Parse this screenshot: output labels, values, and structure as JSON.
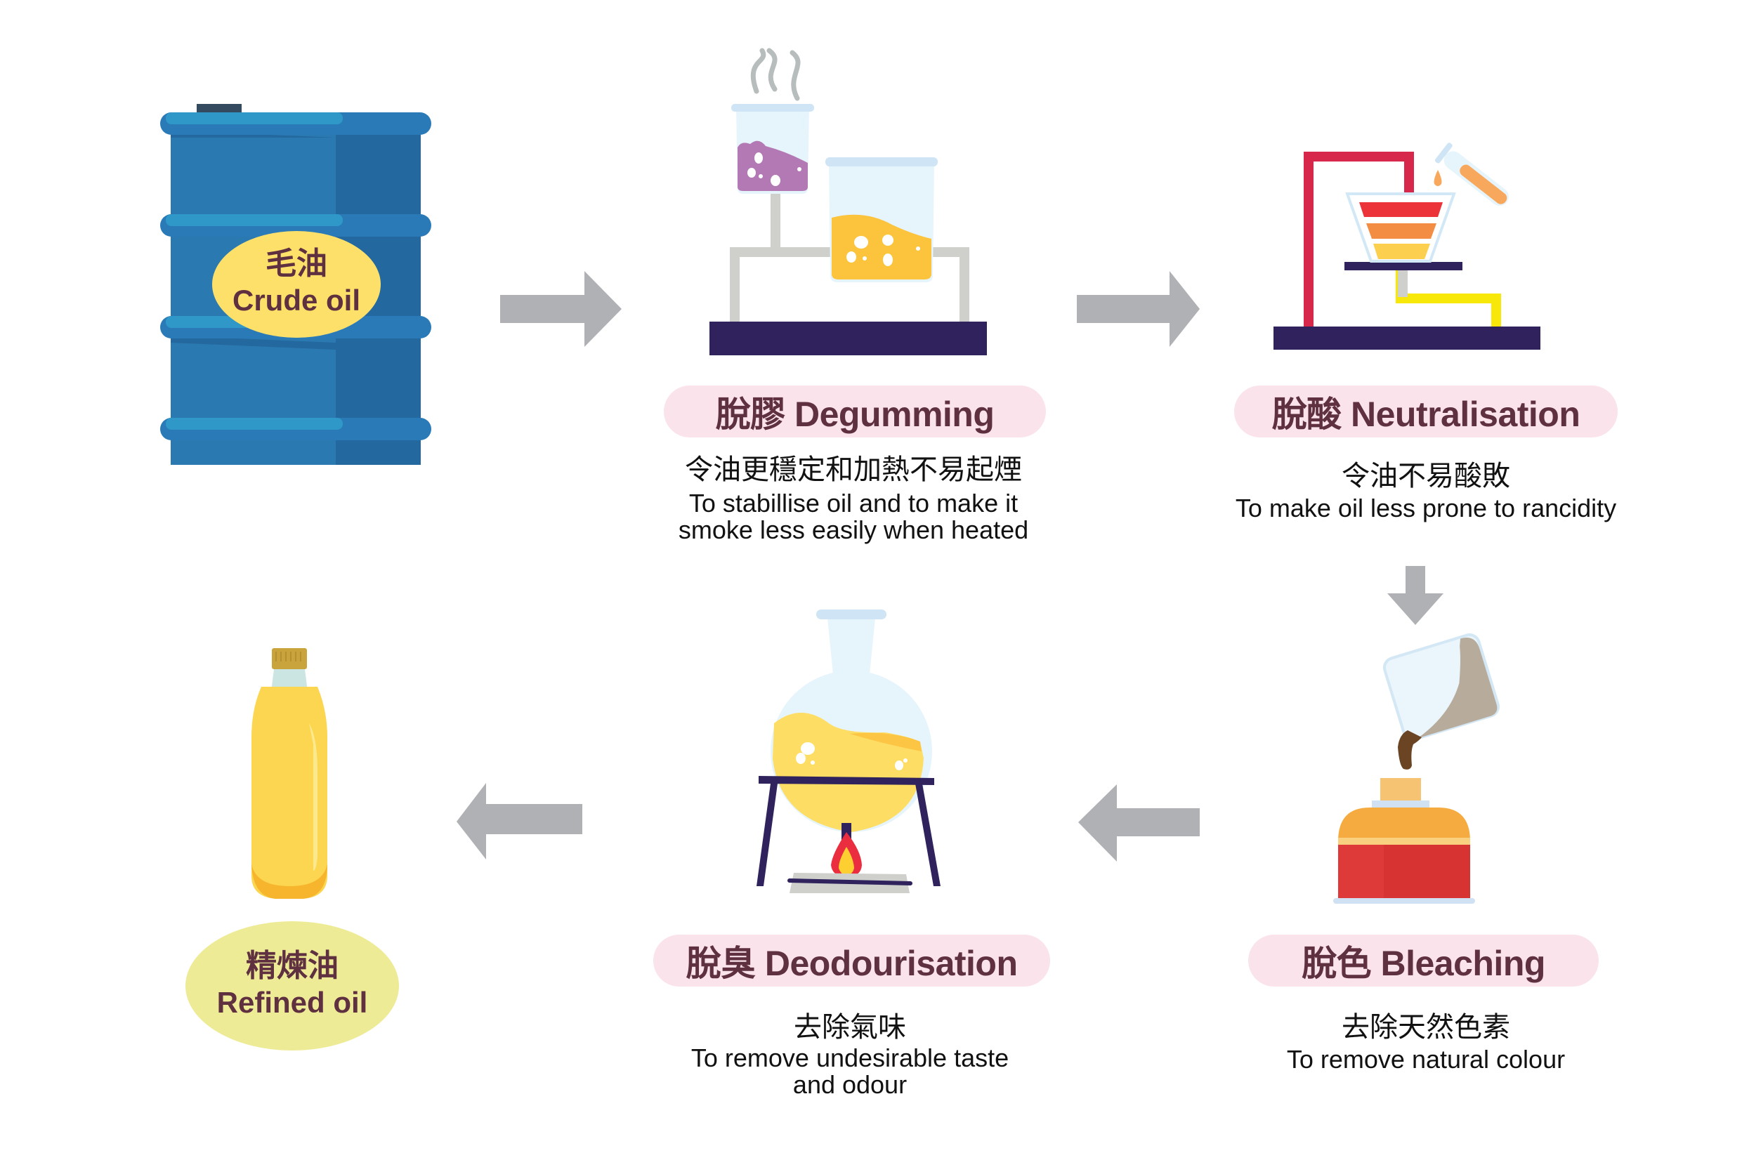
{
  "title": "Edible oil refining process",
  "colors": {
    "pill_bg": "#fbe3ec",
    "pill_text": "#5e3040",
    "arrow": "#b0b1b4",
    "barrel": "#2b79b1",
    "crude_label_bg": "#fde06a",
    "refined_label_bg": "#eeeb96",
    "base": "#30235d"
  },
  "start": {
    "icon": "oil-barrel-icon",
    "label_zh": "毛油",
    "label_en": "Crude oil"
  },
  "steps": [
    {
      "order": 1,
      "icon": "degumming-beakers-icon",
      "title_zh": "脫膠",
      "title_en": "Degumming",
      "title": "脫膠 Degumming",
      "desc_zh": "令油更穩定和加熱不易起煙",
      "desc_en_lines": [
        "To stabillise oil and to make it",
        "smoke less easily when heated"
      ]
    },
    {
      "order": 2,
      "icon": "neutralisation-funnel-icon",
      "title_zh": "脫酸",
      "title_en": "Neutralisation",
      "title": "脫酸 Neutralisation",
      "desc_zh": "令油不易酸敗",
      "desc_en_lines": [
        "To make oil less prone to rancidity"
      ]
    },
    {
      "order": 3,
      "icon": "bleaching-pouring-icon",
      "title_zh": "脫色",
      "title_en": "Bleaching",
      "title": "脫色 Bleaching",
      "desc_zh": "去除天然色素",
      "desc_en_lines": [
        "To remove natural colour"
      ]
    },
    {
      "order": 4,
      "icon": "deodourisation-flask-icon",
      "title_zh": "脫臭",
      "title_en": "Deodourisation",
      "title": "脫臭 Deodourisation",
      "desc_zh": "去除氣味",
      "desc_en_lines": [
        "To remove undesirable taste",
        "and odour"
      ]
    }
  ],
  "end": {
    "icon": "oil-bottle-icon",
    "label_zh": "精煉油",
    "label_en": "Refined oil"
  },
  "arrows": [
    {
      "from": "Crude oil",
      "to": "Degumming",
      "direction": "right"
    },
    {
      "from": "Degumming",
      "to": "Neutralisation",
      "direction": "right"
    },
    {
      "from": "Neutralisation",
      "to": "Bleaching",
      "direction": "down"
    },
    {
      "from": "Bleaching",
      "to": "Deodourisation",
      "direction": "left"
    },
    {
      "from": "Deodourisation",
      "to": "Refined oil",
      "direction": "left"
    }
  ]
}
